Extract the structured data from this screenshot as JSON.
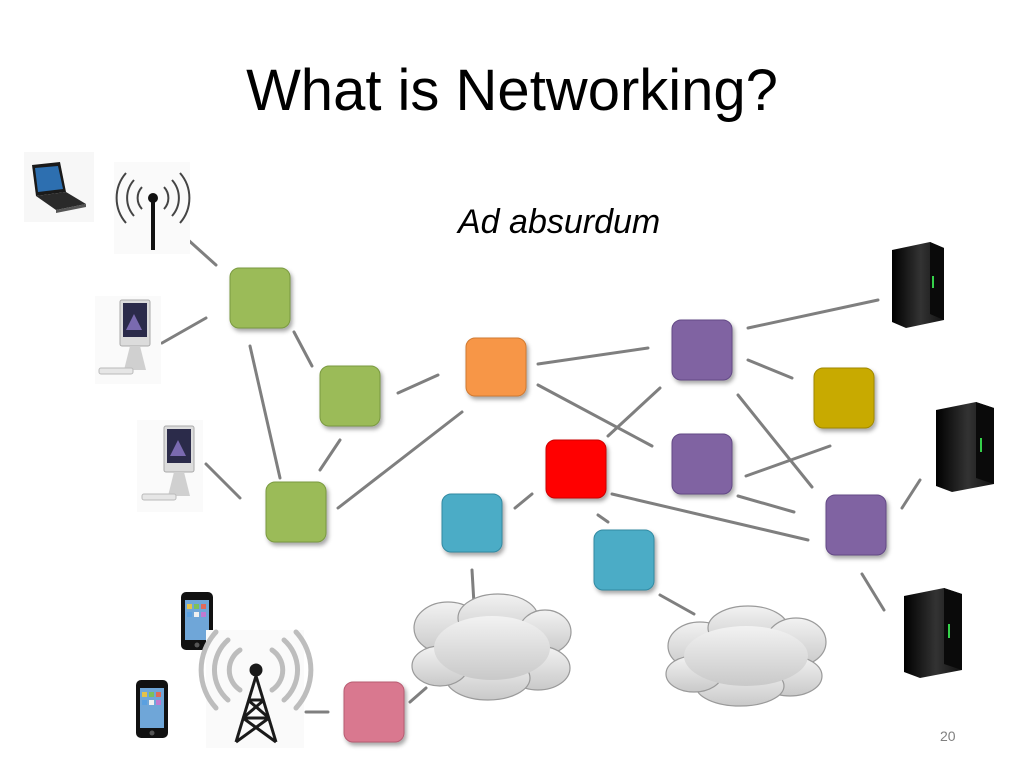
{
  "slide": {
    "title": "What is Networking?",
    "subtitle": "Ad absurdum",
    "page_number": "20"
  },
  "colors": {
    "green": "#9BBB59",
    "orange": "#F79646",
    "purple": "#8064A2",
    "red": "#FF0000",
    "olive": "#C8AA00",
    "cyan": "#4BACC6",
    "pink": "#D9788F",
    "link": "#7F7F7F"
  },
  "icons": [
    "laptop-icon",
    "wifi-antenna-icon",
    "imac-icon",
    "smartphone-icon",
    "cell-tower-icon",
    "server-icon",
    "cloud-icon"
  ]
}
